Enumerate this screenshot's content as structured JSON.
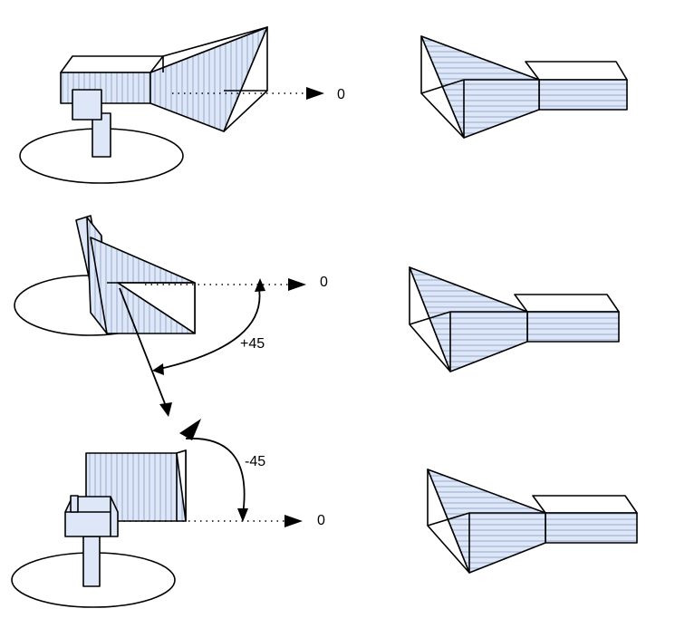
{
  "labels": {
    "zero_top": "0",
    "zero_middle": "0",
    "zero_bottom": "0",
    "plus45": "+45",
    "minus45": "-45"
  },
  "colors": {
    "fill": "#dde7f7",
    "stripe": "#8fa3c8",
    "line": "#000000"
  }
}
